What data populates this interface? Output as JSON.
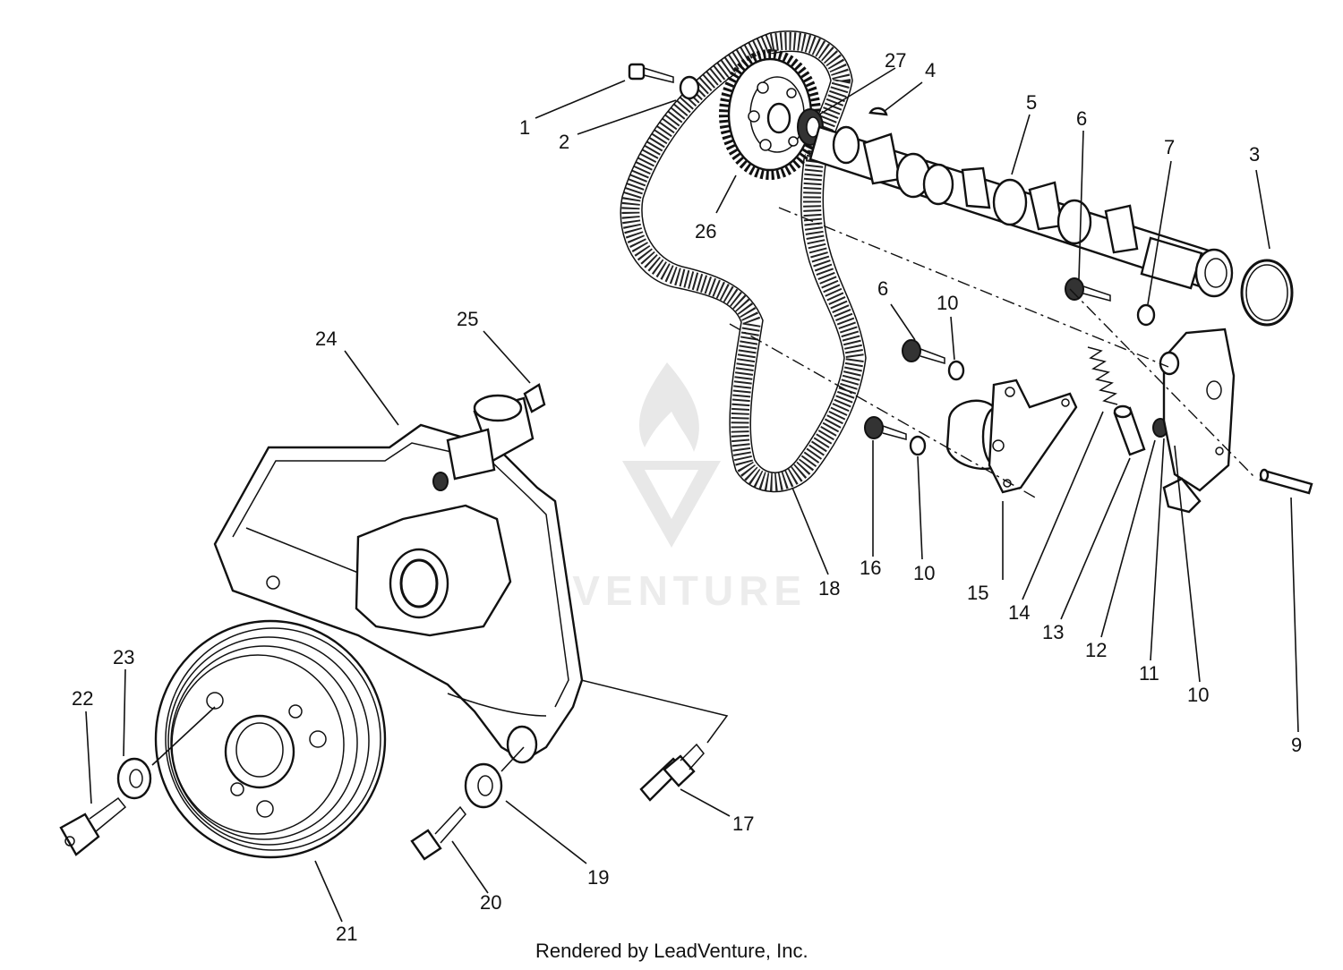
{
  "diagram": {
    "credit": "Rendered by LeadVenture, Inc.",
    "watermark": "LEADVENTURE",
    "callouts": [
      {
        "id": "c1",
        "label": "1"
      },
      {
        "id": "c2",
        "label": "2"
      },
      {
        "id": "c3",
        "label": "3"
      },
      {
        "id": "c4",
        "label": "4"
      },
      {
        "id": "c5",
        "label": "5"
      },
      {
        "id": "c6a",
        "label": "6"
      },
      {
        "id": "c6b",
        "label": "6"
      },
      {
        "id": "c7",
        "label": "7"
      },
      {
        "id": "c9",
        "label": "9"
      },
      {
        "id": "c10a",
        "label": "10"
      },
      {
        "id": "c10b",
        "label": "10"
      },
      {
        "id": "c10c",
        "label": "10"
      },
      {
        "id": "c11",
        "label": "11"
      },
      {
        "id": "c12",
        "label": "12"
      },
      {
        "id": "c13",
        "label": "13"
      },
      {
        "id": "c14",
        "label": "14"
      },
      {
        "id": "c15",
        "label": "15"
      },
      {
        "id": "c16",
        "label": "16"
      },
      {
        "id": "c17",
        "label": "17"
      },
      {
        "id": "c18",
        "label": "18"
      },
      {
        "id": "c19",
        "label": "19"
      },
      {
        "id": "c20",
        "label": "20"
      },
      {
        "id": "c21",
        "label": "21"
      },
      {
        "id": "c22",
        "label": "22"
      },
      {
        "id": "c23",
        "label": "23"
      },
      {
        "id": "c24",
        "label": "24"
      },
      {
        "id": "c25",
        "label": "25"
      },
      {
        "id": "c26",
        "label": "26"
      },
      {
        "id": "c27",
        "label": "27"
      }
    ]
  }
}
